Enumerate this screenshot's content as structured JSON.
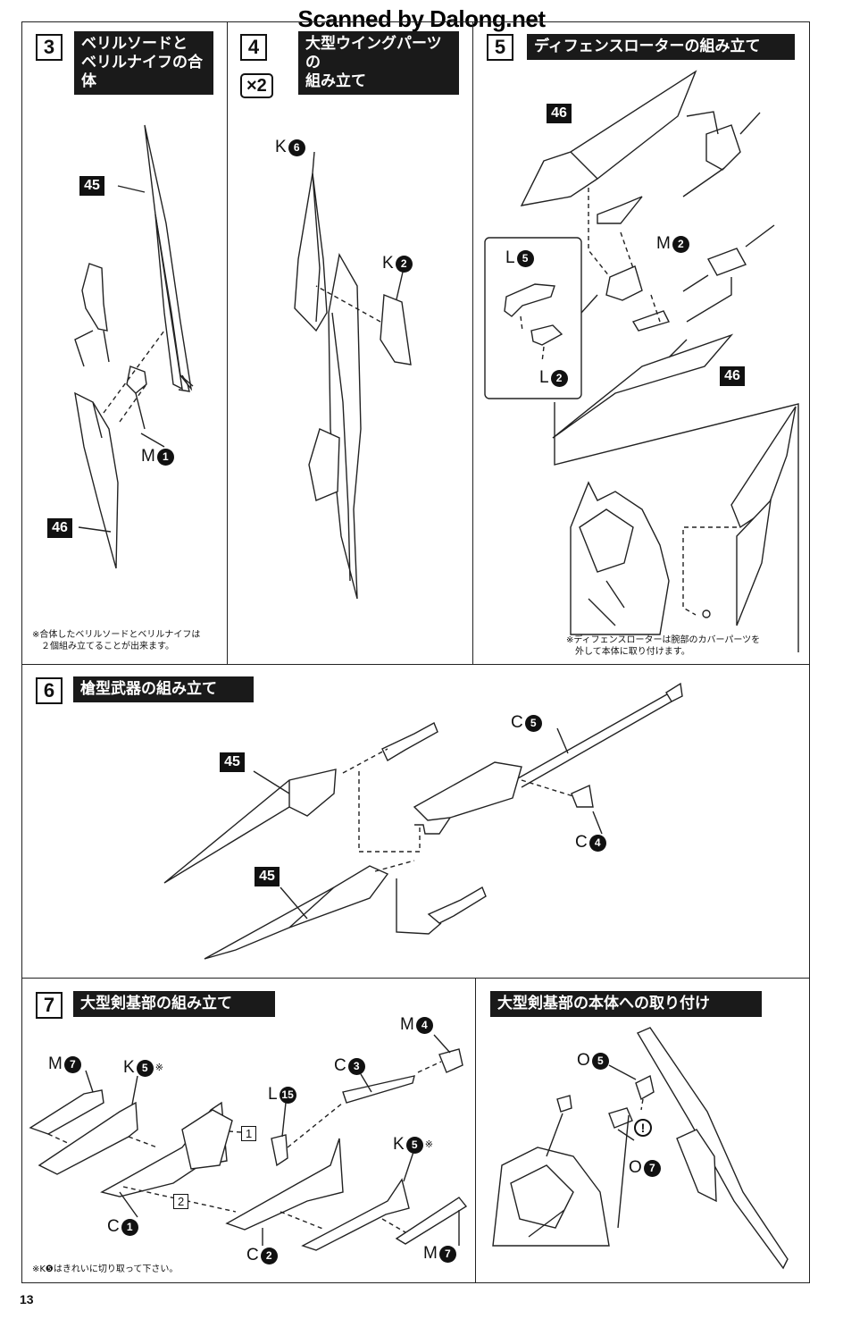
{
  "watermark": "Scanned by Dalong.net",
  "page_number": "13",
  "steps": [
    {
      "num": "3",
      "title": [
        "ベリルソードと",
        "ベリルナイフの合体"
      ],
      "parts": [
        "45",
        "46"
      ],
      "labels": [
        {
          "letter": "M",
          "num": "1"
        }
      ],
      "note": [
        "※合体したベリルソードとベリルナイフは",
        "２個組み立てることが出来ます。"
      ]
    },
    {
      "num": "4",
      "title": [
        "大型ウイングパーツの",
        "組み立て"
      ],
      "multiplier": "×2",
      "labels": [
        {
          "letter": "K",
          "num": "6"
        },
        {
          "letter": "K",
          "num": "2"
        }
      ]
    },
    {
      "num": "5",
      "title": [
        "ディフェンスローターの組み立て"
      ],
      "parts": [
        "46",
        "46"
      ],
      "labels": [
        {
          "letter": "M",
          "num": "2"
        },
        {
          "letter": "L",
          "num": "5"
        },
        {
          "letter": "L",
          "num": "2"
        }
      ],
      "note": [
        "※ディフェンスローターは腕部のカバーパーツを",
        "外して本体に取り付けます。"
      ]
    },
    {
      "num": "6",
      "title": [
        "槍型武器の組み立て"
      ],
      "parts": [
        "45",
        "45"
      ],
      "labels": [
        {
          "letter": "C",
          "num": "5"
        },
        {
          "letter": "C",
          "num": "4"
        }
      ]
    },
    {
      "num": "7",
      "title": [
        "大型剣基部の組み立て"
      ],
      "labels": [
        {
          "letter": "M",
          "num": "7"
        },
        {
          "letter": "K",
          "num": "5",
          "mark": "※"
        },
        {
          "letter": "C",
          "num": "3"
        },
        {
          "letter": "M",
          "num": "4"
        },
        {
          "letter": "L",
          "num": "15"
        },
        {
          "letter": "K",
          "num": "5",
          "mark": "※"
        },
        {
          "letter": "C",
          "num": "1"
        },
        {
          "letter": "C",
          "num": "2"
        },
        {
          "letter": "M",
          "num": "7"
        }
      ],
      "order_marks": [
        "1",
        "2"
      ],
      "note": [
        "※K❺はきれいに切り取って下さい。"
      ]
    },
    {
      "title": [
        "大型剣基部の本体への取り付け"
      ],
      "labels": [
        {
          "letter": "O",
          "num": "5"
        },
        {
          "letter": "O",
          "num": "7"
        }
      ],
      "caution": "!"
    }
  ]
}
